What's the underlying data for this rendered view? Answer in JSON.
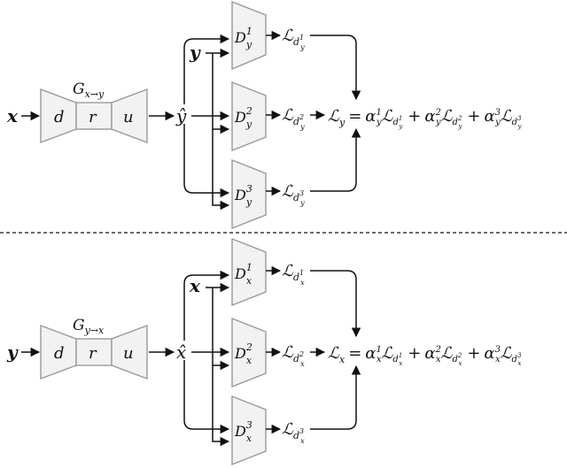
{
  "colors": {
    "block_fill": "#f2f2f2",
    "block_stroke": "#999999",
    "ink": "#111111"
  },
  "top": {
    "input": "x",
    "generator": {
      "name": "G",
      "sub": "x→y"
    },
    "encoder": "d",
    "residual": "r",
    "decoder": "u",
    "output": "ŷ",
    "real": "y",
    "discriminators": [
      {
        "name": "D",
        "sup": "1",
        "sub": "y",
        "loss": "ℒ",
        "loss_sub": "d",
        "loss_sub_sup": "1",
        "loss_sub_sub": "y"
      },
      {
        "name": "D",
        "sup": "2",
        "sub": "y",
        "loss": "ℒ",
        "loss_sub": "d",
        "loss_sub_sup": "2",
        "loss_sub_sub": "y"
      },
      {
        "name": "D",
        "sup": "3",
        "sub": "y",
        "loss": "ℒ",
        "loss_sub": "d",
        "loss_sub_sup": "3",
        "loss_sub_sub": "y"
      }
    ],
    "total_loss": "ℒ",
    "total_loss_sub": "y",
    "equals": "=",
    "weight": "α",
    "weight_sub": "y",
    "plus": "+"
  },
  "bottom": {
    "input": "y",
    "generator": {
      "name": "G",
      "sub": "y→x"
    },
    "encoder": "d",
    "residual": "r",
    "decoder": "u",
    "output": "x̂",
    "real": "x",
    "discriminators": [
      {
        "name": "D",
        "sup": "1",
        "sub": "x",
        "loss": "ℒ",
        "loss_sub": "d",
        "loss_sub_sup": "1",
        "loss_sub_sub": "x"
      },
      {
        "name": "D",
        "sup": "2",
        "sub": "x",
        "loss": "ℒ",
        "loss_sub": "d",
        "loss_sub_sup": "2",
        "loss_sub_sub": "x"
      },
      {
        "name": "D",
        "sup": "3",
        "sub": "x",
        "loss": "ℒ",
        "loss_sub": "d",
        "loss_sub_sup": "3",
        "loss_sub_sub": "x"
      }
    ],
    "total_loss": "ℒ",
    "total_loss_sub": "x",
    "equals": "=",
    "weight": "α",
    "weight_sub": "x",
    "plus": "+"
  }
}
